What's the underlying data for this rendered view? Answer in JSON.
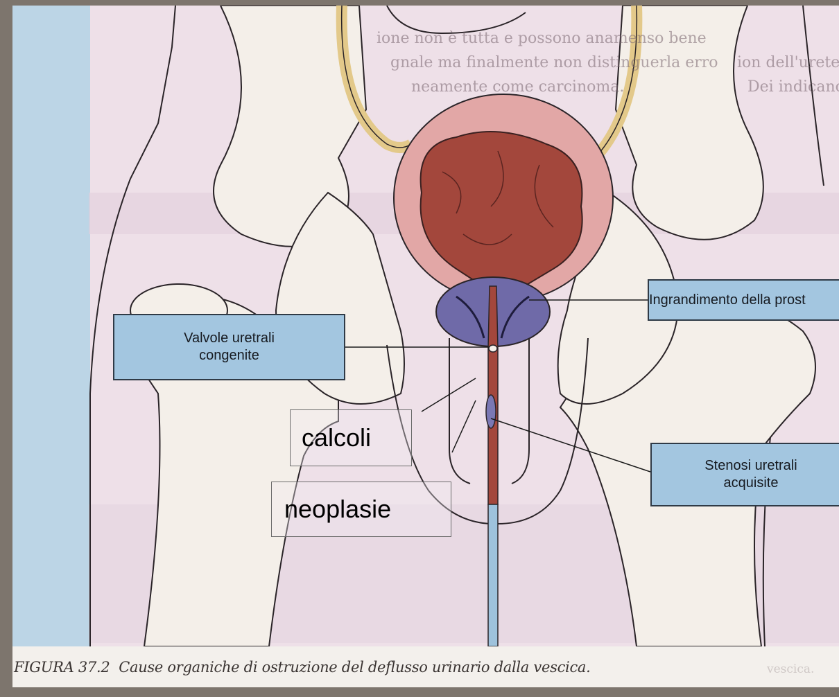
{
  "figure": {
    "caption_number": "FIGURA 37.2",
    "caption_text": "Cause organiche di ostruzione del deflusso urinario dalla vescica.",
    "background_text": {
      "line1": "ione non è tutta e possono anamenso bene",
      "line2": "gnale ma finalmente non distinguerla erro",
      "line3": "neamente come carcinoma.",
      "left1": "ion dell'uretelio",
      "left2": "Dei indicano come",
      "bottom_left": "vescica."
    }
  },
  "labels": {
    "valvole": {
      "line1": "Valvole uretrali",
      "line2": "congenite"
    },
    "prostata": "Ingrandimento della prost",
    "stenosi": {
      "line1": "Stenosi uretrali",
      "line2": "acquisite"
    },
    "calcoli": "calcoli",
    "neoplasie": "neoplasie"
  },
  "colors": {
    "frame": "#7d756d",
    "label_fill": "#a3c6e0",
    "bladder": "#a3473c",
    "prostate": "#6f6aa8",
    "bone": "#f4efe9",
    "skin": "#eadde4",
    "left_blue": "#b9d4e6"
  }
}
